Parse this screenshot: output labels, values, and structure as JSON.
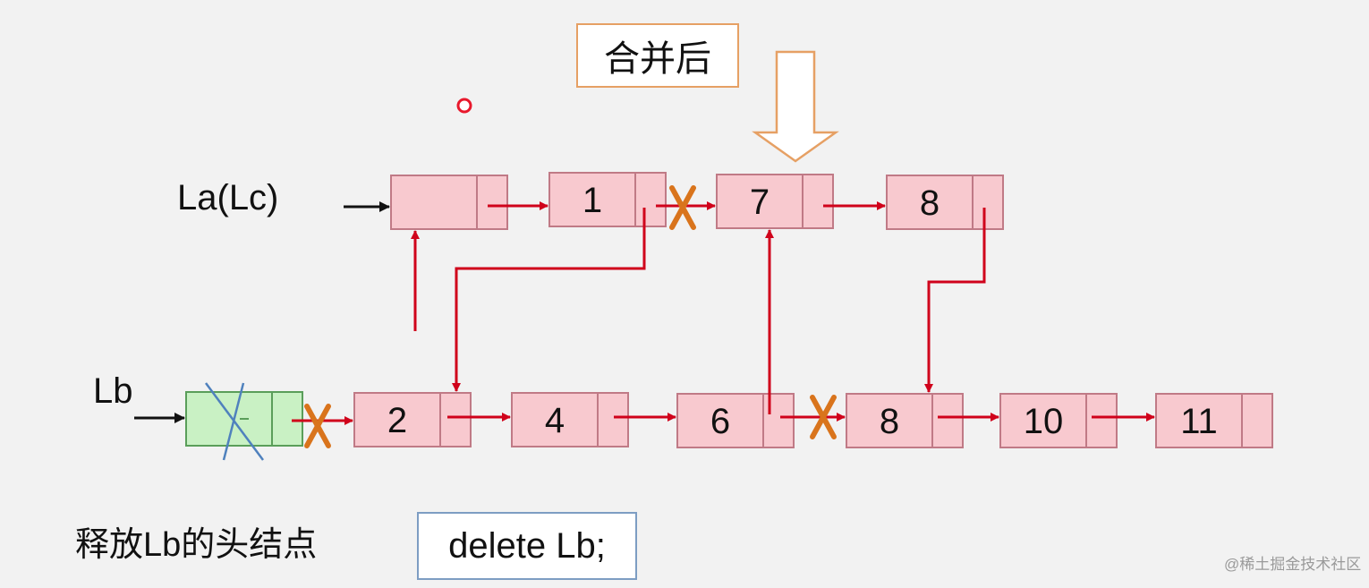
{
  "title": "合并后",
  "la_label": "La(Lc)",
  "lb_label": "Lb",
  "free_label": "释放Lb的头结点",
  "code": "delete Lb;",
  "watermark": "@稀土掘金技术社区",
  "colors": {
    "node_fill": "#f8c9cf",
    "node_border": "#c07a86",
    "head_fill": "#c9f1c4",
    "head_border": "#5a9e5a",
    "arrow": "#d0021b",
    "cross": "#d9741c",
    "cross_out": "#4f81bd"
  },
  "list_a": {
    "nodes": [
      {
        "value": ""
      },
      {
        "value": "1"
      },
      {
        "value": "7"
      },
      {
        "value": "8"
      }
    ]
  },
  "list_b": {
    "nodes": [
      {
        "value": "",
        "type": "head"
      },
      {
        "value": "2"
      },
      {
        "value": "4"
      },
      {
        "value": "6"
      },
      {
        "value": "8"
      },
      {
        "value": "10"
      },
      {
        "value": "11"
      }
    ]
  }
}
